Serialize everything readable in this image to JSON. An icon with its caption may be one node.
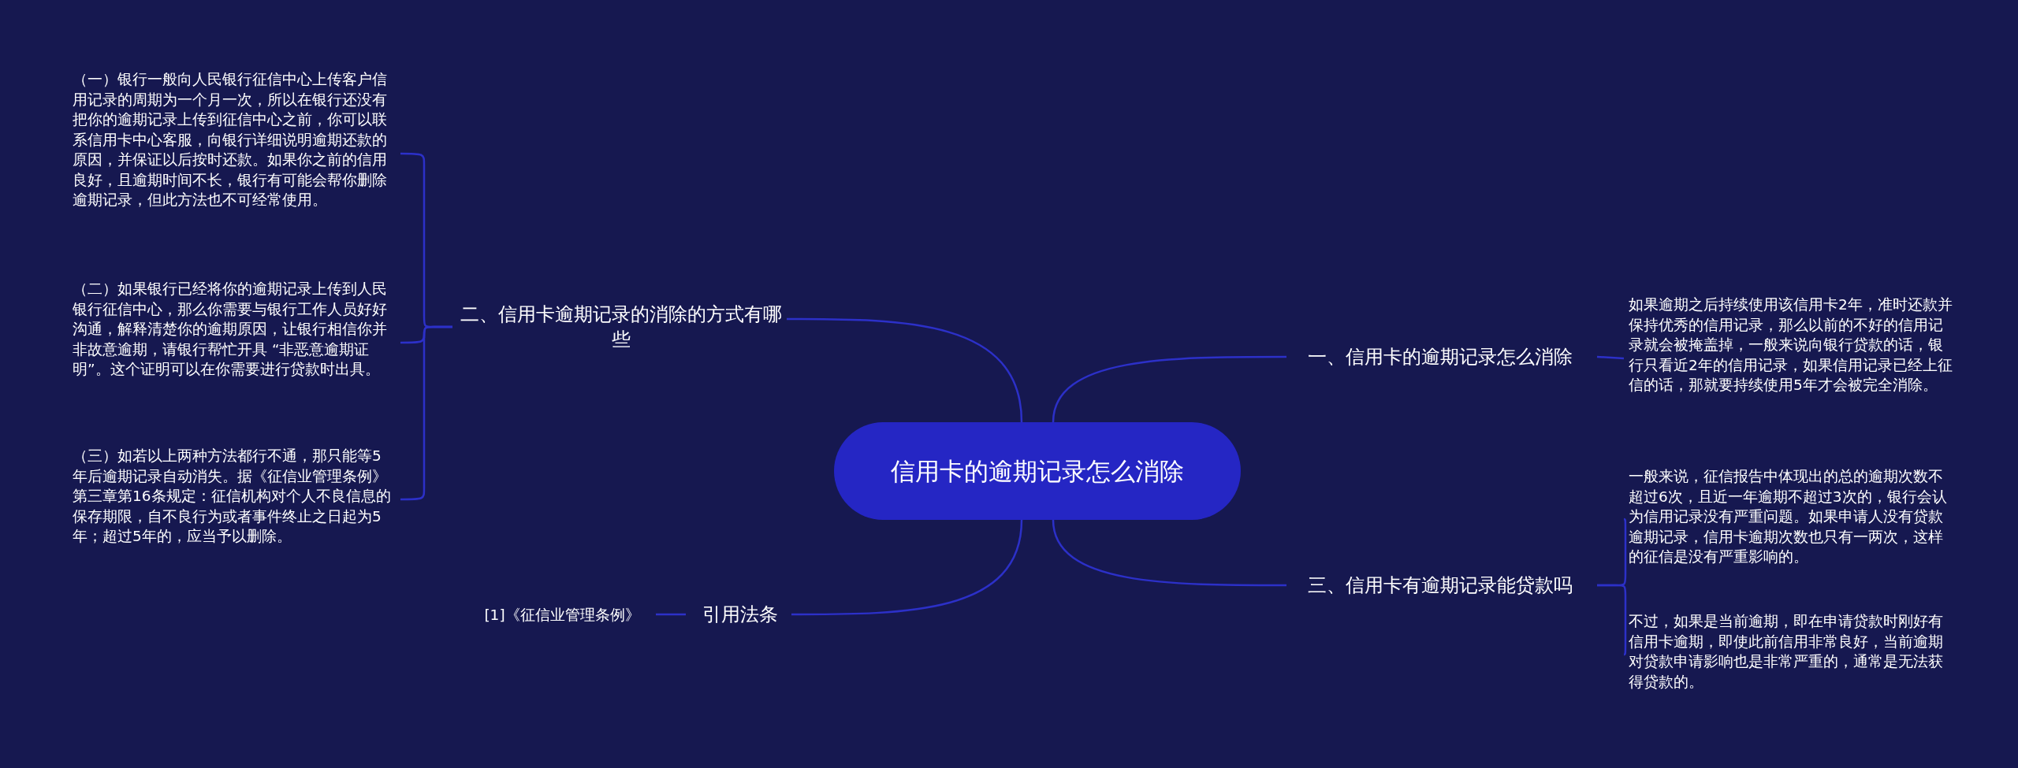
{
  "diagram": {
    "nodes": [
      {
        "text": [
          "信用卡的逾期记录怎么消除"
        ]
      },
      {
        "text": [
          "二、信用卡逾期记录的消除的方式有哪些"
        ]
      },
      {
        "text": [
          "（一）银行一般向人民银行征信中心上传客户信用记录的周期为一个月一次，所以在银行还没有把你的逾期记录上传到征信中心之前，你可以联系信用卡中心客服，向银行详细说明逾期还款的原因，并保证以后按时还款。如果你之前的信用良好，且逾期时间不长，银行有可能会帮你删除逾期记录，但此方法也不可经常使用。"
        ]
      },
      {
        "text": [
          "（二）如果银行已经将你的逾期记录上传到人民银行征信中心，那么你需要与银行工作人员好好沟通，解释清楚你的逾期原因，让银行相信你并非故意逾期，请银行帮忙开具 “非恶意逾期证明”。这个证明可以在你需要进行贷款时出具。"
        ]
      },
      {
        "text": [
          "（三）如若以上两种方法都行不通，那只能等5年后逾期记录自动消失。据《征信业管理条例》第三章第16条规定：征信机构对个人不良信息的保存期限，自不良行为或者事件终止之日起为5年；超过5年的，应当予以删除。"
        ]
      },
      {
        "text": [
          "一、信用卡的逾期记录怎么消除"
        ]
      },
      {
        "text": [
          "如果逾期之后持续使用该信用卡2年，准时还款并保持优秀的信用记录，那么以前的不好的信用记录就会被掩盖掉，一般来说向银行贷款的话，银行只看近2年的信用记录，如果信用记录已经上征信的话，那就要持续使用5年才会被完全消除。"
        ]
      },
      {
        "text": [
          "三、信用卡有逾期记录能贷款吗"
        ]
      },
      {
        "text": [
          "一般来说，征信报告中体现出的总的逾期次数不超过6次，且近一年逾期不超过3次的，银行会认为信用记录没有严重问题。如果申请人没有贷款逾期记录，信用卡逾期次数也只有一两次，这样的征信是没有严重影响的。"
        ]
      },
      {
        "text": [
          "不过，如果是当前逾期，即在申请贷款时刚好有信用卡逾期，即使此前信用非常良好，当前逾期对贷款申请影响也是非常严重的，通常是无法获得贷款的。"
        ]
      },
      {
        "text": [
          "引用法条"
        ]
      },
      {
        "text": [
          "[1]《征信业管理条例》"
        ]
      }
    ],
    "edges": [
      {
        "from": 0,
        "to": 1,
        "arrow": "none"
      },
      {
        "from": 1,
        "to": 2,
        "arrow": "none"
      },
      {
        "from": 1,
        "to": 3,
        "arrow": "none"
      },
      {
        "from": 1,
        "to": 4,
        "arrow": "none"
      },
      {
        "from": 0,
        "to": 5,
        "arrow": "none"
      },
      {
        "from": 5,
        "to": 6,
        "arrow": "none"
      },
      {
        "from": 0,
        "to": 7,
        "arrow": "none"
      },
      {
        "from": 7,
        "to": 8,
        "arrow": "none"
      },
      {
        "from": 7,
        "to": 9,
        "arrow": "none"
      },
      {
        "from": 0,
        "to": 10,
        "arrow": "none"
      },
      {
        "from": 10,
        "to": 11,
        "arrow": "none"
      }
    ]
  }
}
